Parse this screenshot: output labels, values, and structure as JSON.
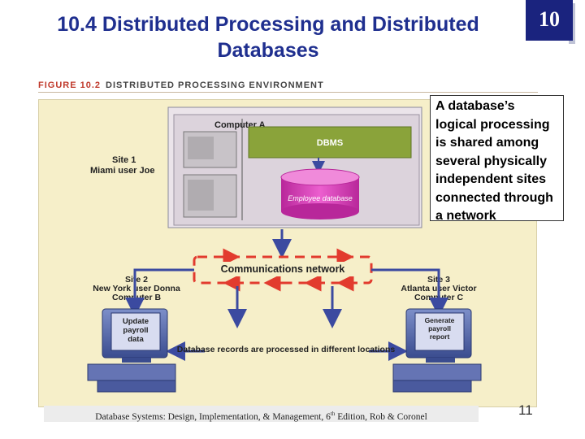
{
  "slide": {
    "title_line1": "10.4 Distributed Processing and Distributed",
    "title_line2": "Databases",
    "chapter_badge": "10",
    "page_number": "11",
    "footer_main": "Database Systems: Design, Implementation, & Management, 6",
    "footer_sup": "th",
    "footer_tail": " Edition, Rob & Coronel"
  },
  "figure": {
    "number": "FIGURE 10.2",
    "caption": "DISTRIBUTED PROCESSING ENVIRONMENT",
    "computer_a": "Computer A",
    "dbms": "DBMS",
    "employee_db": "Employee database",
    "site1_line1": "Site 1",
    "site1_line2": "Miami user Joe",
    "network": "Communications network",
    "site2_line1": "Site 2",
    "site2_line2": "New York user Donna",
    "site2_line3": "Computer B",
    "site3_line1": "Site 3",
    "site3_line2": "Atlanta user Victor",
    "site3_line3": "Computer C",
    "screen_b_line1": "Update",
    "screen_b_line2": "payroll",
    "screen_b_line3": "data",
    "screen_c_line1": "Generate",
    "screen_c_line2": "payroll",
    "screen_c_line3": "report",
    "records_note": "Database records are processed in different locations"
  },
  "callout": {
    "text": "A database’s logical processing is shared among several physically independent sites connected through a network"
  },
  "colors": {
    "title": "#1f2f8f",
    "badge": "#1a237e",
    "panel": "#f6efc9",
    "arrow": "#3b4aa0",
    "network_arrow": "#e23b2e",
    "dbms_green": "#8aa33a",
    "db_pink": "#d63fb6"
  }
}
